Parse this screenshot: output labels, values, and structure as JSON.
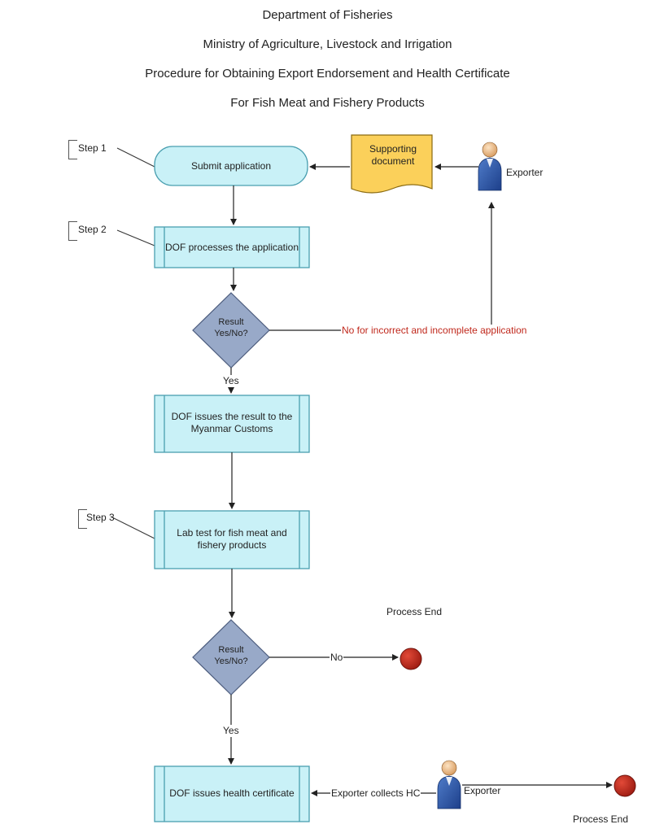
{
  "title": {
    "line1": "Department of Fisheries",
    "line2": "Ministry of Agriculture, Livestock and Irrigation",
    "line3": "Procedure for Obtaining Export Endorsement and Health Certificate",
    "line4": "For Fish Meat and Fishery Products"
  },
  "steps": {
    "step1": "Step 1",
    "step2": "Step 2",
    "step3": "Step 3"
  },
  "nodes": {
    "submit": "Submit application",
    "supporting_doc": "Supporting document",
    "exporter1": "Exporter",
    "process": "DOF processes the application",
    "decision1": "Result Yes/No?",
    "issue_customs": "DOF issues the result to the Myanmar Customs",
    "lab_test": "Lab test for fish meat and fishery products",
    "decision2": "Result Yes/No?",
    "process_end1": "Process End",
    "issue_hc": "DOF issues health certificate",
    "exporter2": "Exporter",
    "process_end2": "Process End"
  },
  "edges": {
    "no_incorrect": "No for incorrect and incomplete application",
    "yes1": "Yes",
    "no2": "No",
    "yes2": "Yes",
    "exporter_collects": "Exporter collects HC"
  },
  "colors": {
    "process_fill": "#c9f1f7",
    "terminal_fill": "#c9f1f7",
    "decision_fill": "#98a9c8",
    "document_fill": "#fbd05a",
    "end_fill": "#c0281c",
    "red_text": "#c0281c"
  }
}
